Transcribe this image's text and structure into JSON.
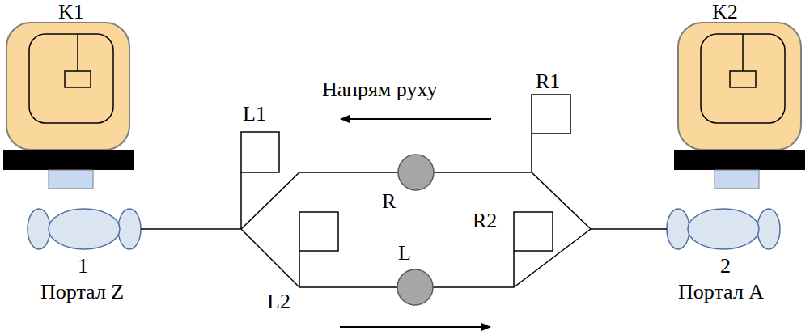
{
  "diagram": {
    "labels": [
      "K1",
      "K2",
      "Напрям руху",
      "R1",
      "L1",
      "R",
      "R2",
      "L",
      "L2",
      "1",
      "2",
      "Портал Z",
      "Портал A"
    ]
  }
}
